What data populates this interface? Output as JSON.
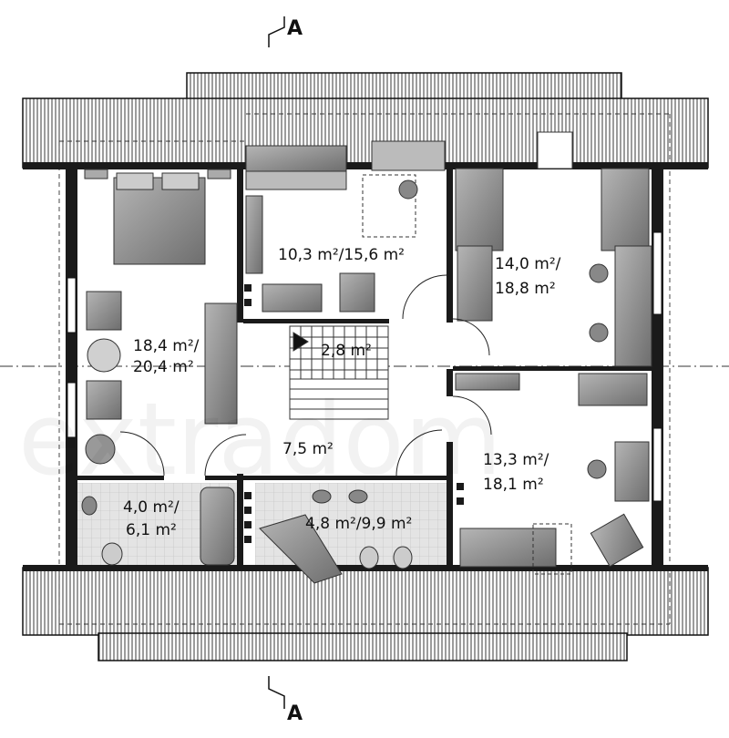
{
  "section_marks": {
    "top": "A",
    "bottom": "A"
  },
  "rooms": {
    "bedroom_left": {
      "line1": "18,4 m²/",
      "line2": "20,4 m²"
    },
    "room_top_middle": {
      "line1": "10,3 m²/15,6 m²"
    },
    "room_top_right": {
      "line1": "14,0 m²/",
      "line2": "18,8 m²"
    },
    "room_bottom_right": {
      "line1": "13,3 m²/",
      "line2": "18,1 m²"
    },
    "stairs": {
      "line1": "2,8 m²"
    },
    "hall": {
      "line1": "7,5 m²"
    },
    "wc": {
      "line1": "4,0 m²/",
      "line2": "6,1 m²"
    },
    "bathroom": {
      "line1": "4,8 m²/9,9 m²"
    }
  },
  "watermark": "extradom",
  "colors": {
    "wall": "#1a1a1a",
    "furniture": "#8c8c8c",
    "roof_hatch": "#222222",
    "tile": "#d8d8d8"
  }
}
